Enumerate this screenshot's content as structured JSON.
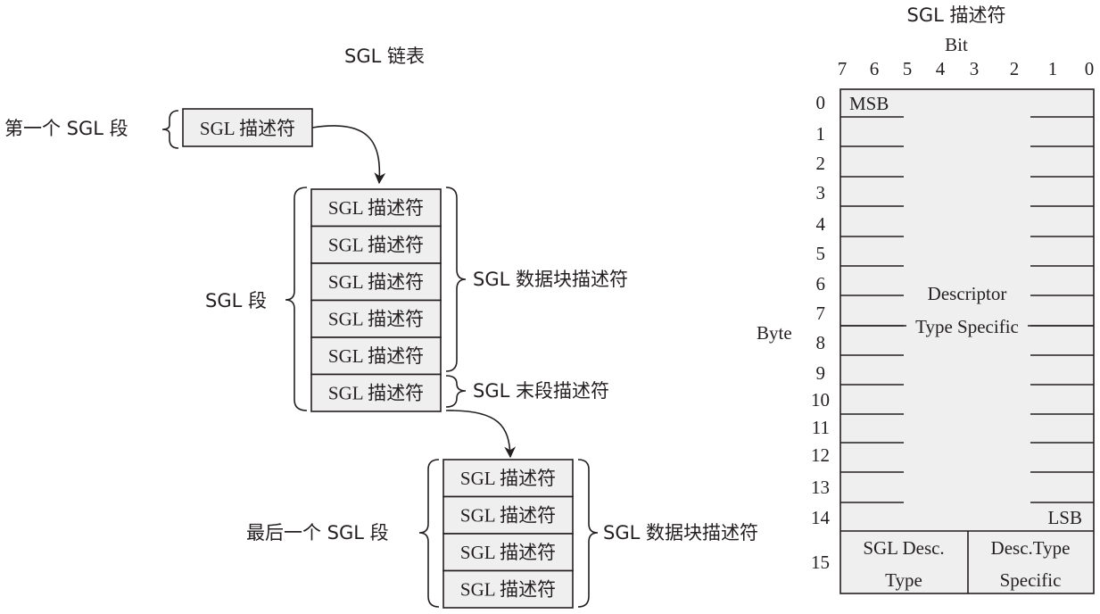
{
  "chain": {
    "title": "SGL 链表",
    "first_segment_label": "第一个 SGL 段",
    "segment_label": "SGL 段",
    "last_segment_label": "最后一个 SGL 段",
    "data_block_desc_label": "SGL 数据块描述符",
    "last_segment_desc_label": "SGL 末段描述符",
    "descriptor_label": "SGL 描述符"
  },
  "descriptor": {
    "title": "SGL 描述符",
    "bit_label": "Bit",
    "bits": [
      "7",
      "6",
      "5",
      "4",
      "3",
      "2",
      "1",
      "0"
    ],
    "byte_label": "Byte",
    "bytes": [
      "0",
      "1",
      "2",
      "3",
      "4",
      "5",
      "6",
      "7",
      "8",
      "9",
      "10",
      "11",
      "12",
      "13",
      "14",
      "15"
    ],
    "msb": "MSB",
    "lsb": "LSB",
    "center_line1": "Descriptor",
    "center_line2": "Type Specific",
    "cell_left_line1": "SGL Desc.",
    "cell_left_line2": "Type",
    "cell_right_line1": "Desc.Type",
    "cell_right_line2": "Specific"
  }
}
